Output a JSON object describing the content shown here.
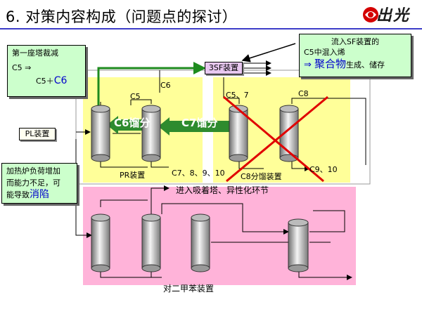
{
  "page": {
    "title": "6. 对策内容构成（问题点的探讨）",
    "logo_text": "出光"
  },
  "notes": {
    "top_left": {
      "line1": "第一座塔裁减",
      "line2": "C5 ⇒",
      "line3_a": "C5＋",
      "line3_b": "C6"
    },
    "top_right": {
      "line1": "流入SF装置的",
      "line2": "C5中混入烯",
      "line3_a": "⇒ ",
      "line3_b": "聚合物",
      "line3_c": "生成、储存"
    },
    "bottom_left": {
      "line1": "加热炉负荷增加",
      "line2": "而能力不足，可",
      "line3_a": "能导致",
      "line3_b": "消陷"
    }
  },
  "units": {
    "pl": "PL装置",
    "sf": "3SF装置",
    "pr": "PR装置",
    "c8split": "C8分馏装置",
    "px": "对二甲苯装置"
  },
  "labels": {
    "c6_top": "C6",
    "c5_top": "C5",
    "c57": "C5、7",
    "c8": "C8",
    "c7810": "C7、8、9、10",
    "c910": "C9、10",
    "c6_fraction": "C6馏分",
    "c7_fraction": "C7馏分",
    "adsorption": "进入吸着塔、异性化环节"
  },
  "colors": {
    "yellow_zone": "#ffff99",
    "pink_zone": "#ffb3d9",
    "note_fill": "#ccffcc",
    "arrow_green": "#2e8b2e",
    "cross_red": "#e00000",
    "highlight_blue": "#0000cc",
    "sf_fill": "#e8c8f0"
  }
}
